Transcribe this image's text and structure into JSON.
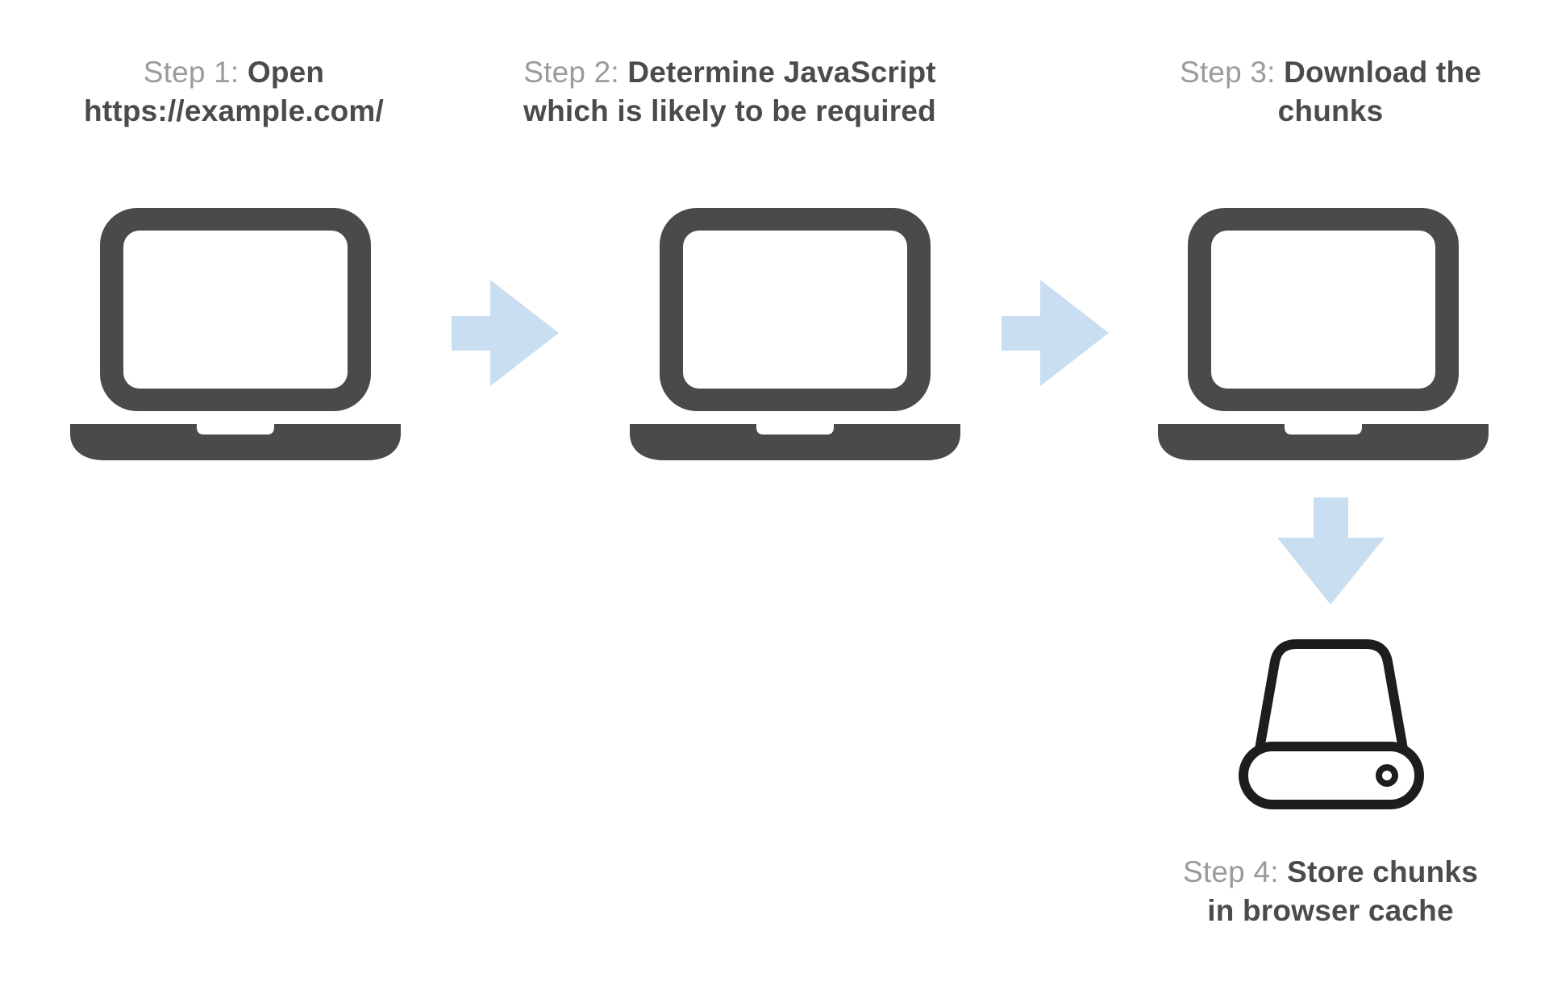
{
  "diagram": {
    "background": "#ffffff",
    "steps": [
      {
        "label": "Step 1:",
        "title": "Open https://example.com/",
        "title_line1": "Open",
        "title_line2": "https://example.com/",
        "icon": "laptop-icon"
      },
      {
        "label": "Step 2:",
        "title": "Determine JavaScript which is likely to be required",
        "title_line1": "Determine JavaScript",
        "title_line2": "which is likely to be required",
        "icon": "laptop-icon"
      },
      {
        "label": "Step 3:",
        "title": "Download the chunks",
        "title_line1": "Download the",
        "title_line2": "chunks",
        "icon": "laptop-icon"
      },
      {
        "label": "Step 4:",
        "title": "Store chunks in browser cache",
        "title_line1": "Store chunks",
        "title_line2": "in browser cache",
        "icon": "hard-drive-icon"
      }
    ],
    "connectors": [
      {
        "from": 1,
        "to": 2,
        "direction": "right",
        "icon": "arrow-right-icon"
      },
      {
        "from": 2,
        "to": 3,
        "direction": "right",
        "icon": "arrow-right-icon"
      },
      {
        "from": 3,
        "to": 4,
        "direction": "down",
        "icon": "arrow-down-icon"
      }
    ]
  },
  "colors": {
    "arrow": "#c9def0",
    "laptop": "#4a4a4a",
    "step_label": "#9b9b9b",
    "step_title": "#4b4b4b",
    "drive_outline": "#1d1d1d"
  }
}
